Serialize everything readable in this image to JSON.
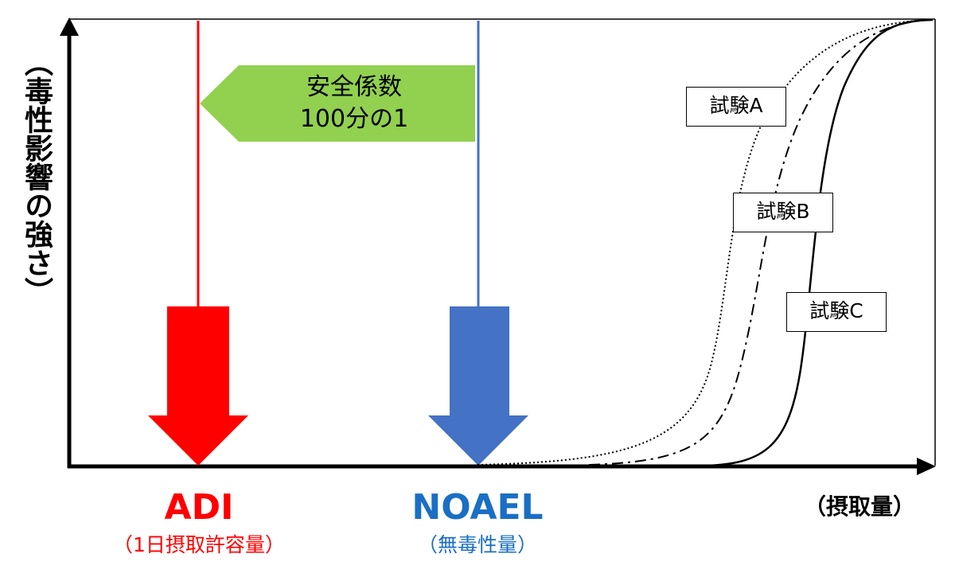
{
  "y_axis_label": "（毒性影響の強さ）",
  "x_axis_label": "（摂取量）",
  "safety_factor": {
    "line1": "安全係数",
    "line2": "100分の1"
  },
  "adi": {
    "label": "ADI",
    "sublabel": "（1日摂取許容量）",
    "color": "#ff0000"
  },
  "noael": {
    "label": "NOAEL",
    "sublabel": "（無毒性量）",
    "color": "#4472c4"
  },
  "tests": [
    {
      "label": "試験A",
      "line_style": "dotted"
    },
    {
      "label": "試験B",
      "line_style": "dash-dot"
    },
    {
      "label": "試験C",
      "line_style": "solid"
    }
  ],
  "colors": {
    "green": "#92d050",
    "red": "#ff0000",
    "blue": "#4472c4"
  }
}
